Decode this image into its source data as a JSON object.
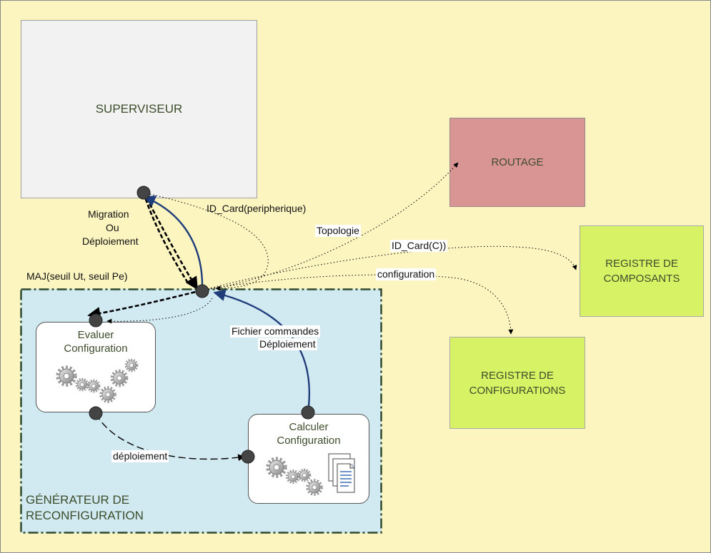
{
  "superviseur": {
    "label": "SUPERVISEUR"
  },
  "routage": {
    "label": "ROUTAGE"
  },
  "registre_composants": {
    "line1": "REGISTRE DE",
    "line2": "COMPOSANTS"
  },
  "registre_configurations": {
    "line1": "REGISTRE DE",
    "line2": "CONFIGURATIONS"
  },
  "generateur": {
    "line1": "GÉNÉRATEUR DE",
    "line2": "RECONFIGURATION"
  },
  "evaluer": {
    "line1": "Evaluer",
    "line2": "Configuration"
  },
  "calculer": {
    "line1": "Calculer",
    "line2": "Configuration"
  },
  "labels": {
    "migration_1": "Migration",
    "migration_2": "Ou",
    "migration_3": "Déploiement",
    "id_card_peripherique": "ID_Card(peripherique)",
    "topologie": "Topologie",
    "id_card_c": "ID_Card(C))",
    "configuration": "configuration",
    "maj": "MAJ(seuil Ut, seuil Pe)",
    "fichier_1": "Fichier commandes",
    "fichier_2": "Déploiement",
    "deploiement": "déploiement"
  },
  "icons": [
    "gears-icon",
    "document-icon"
  ],
  "colors": {
    "background": "#fdf5c0",
    "superviseur": "#f2f2f2",
    "routage": "#d99594",
    "registres": "#d7f264",
    "generateur": "#d1eaf2",
    "blue_arrow": "#1f3d7a",
    "text": "#3d4d2b"
  }
}
